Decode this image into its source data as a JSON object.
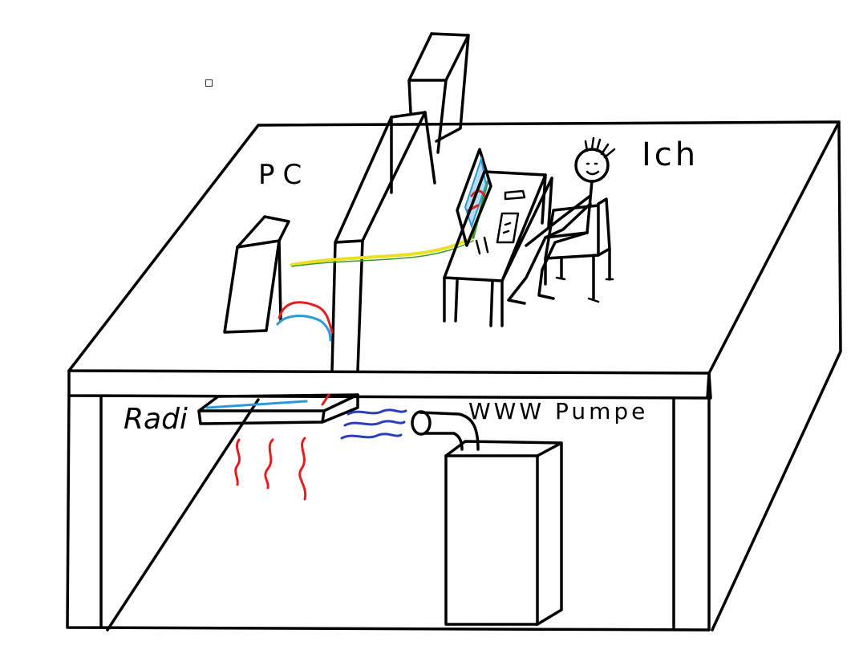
{
  "labels": {
    "pc": "PC",
    "ich": "Ich",
    "radi": "Radi",
    "pumpe": "WWW Pumpe"
  },
  "colors": {
    "ink": "#000000",
    "hot": "#e02020",
    "cold": "#2a9bd6",
    "airflow": "#2a3fb8",
    "cable_yellow": "#e8e020",
    "cable_green": "#3a9a2a"
  },
  "icons": [
    "room-box",
    "pc-case",
    "monitor",
    "desk",
    "chair",
    "person",
    "radiator",
    "heat-pump",
    "heat-waves",
    "airflow-waves",
    "cable",
    "pipes"
  ]
}
